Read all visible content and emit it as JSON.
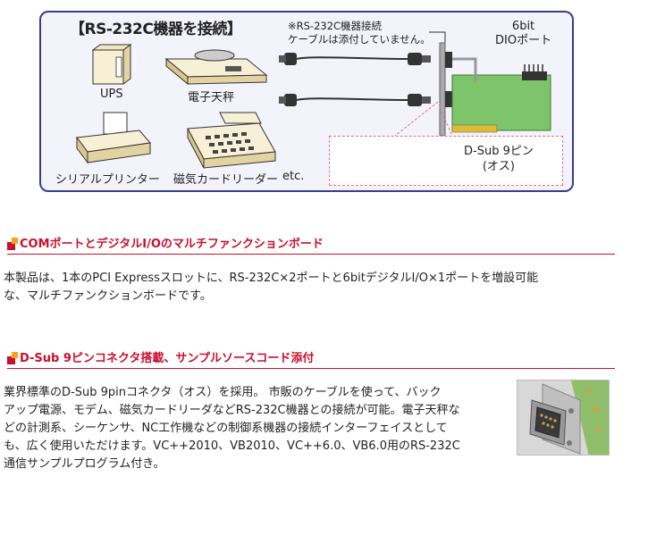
{
  "diagram": {
    "title": "【RS-232C機器を接続】",
    "note_line1": "※RS-232C機器接続",
    "note_line2": "ケーブルは添付していません。",
    "dio_line1": "6bit",
    "dio_line2": "DIOポート",
    "devices": {
      "ups": "UPS",
      "scale": "電子天秤",
      "printer": "シリアルプリンター",
      "card_reader": "磁気カードリーダー",
      "etc": "etc."
    },
    "dsub_line1": "D-Sub 9ピン",
    "dsub_line2": "(オス)"
  },
  "section1": {
    "heading": "COMポートとデジタルI/Oのマルチファンクションボード",
    "body_line1": "本製品は、1本のPCI Expressスロットに、RS-232C×2ポートと6bitデジタルI/O×1ポートを増設可能",
    "body_line2": "な、マルチファンクションボードです。"
  },
  "section2": {
    "heading": "D-Sub 9ピンコネクタ搭載、サンプルソースコード添付",
    "body_line1": "業界標準のD-Sub 9pinコネクタ（オス）を採用。 市販のケーブルを使って、バック",
    "body_line2": "アップ電源、モデム、磁気カードリーダなどRS-232C機器との接続が可能。電子天秤な",
    "body_line3": "どの計測系、シーケンサ、NC工作機などの制御系機器の接続インターフェイスとして",
    "body_line4": "も、広く使用いただけます。VC++2010、VB2010、VC++6.0、VB6.0用のRS-232C",
    "body_line5": "通信サンプルプログラム付き。"
  },
  "colors": {
    "accent_red": "#c8102e",
    "accent_orange": "#f7a21a",
    "diagram_border": "#3b3b8a",
    "board_green": "#7ec46a"
  },
  "icons": [
    "ups-icon",
    "scale-icon",
    "printer-icon",
    "card-reader-icon",
    "cable-icon",
    "board-icon",
    "dsub-connector-icon"
  ]
}
